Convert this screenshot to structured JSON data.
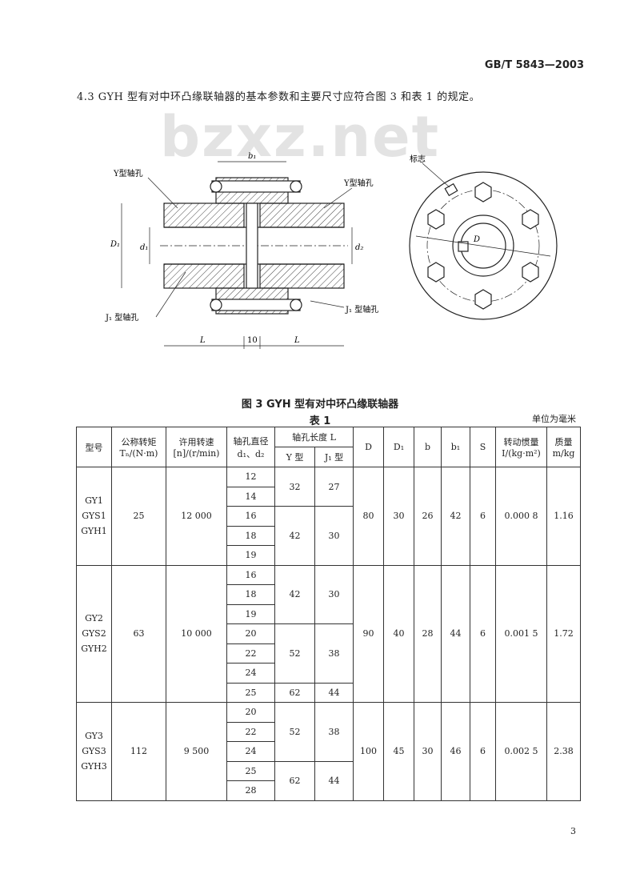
{
  "header": {
    "standard_no": "GB/T 5843—2003"
  },
  "watermark": "bzxz.net",
  "clause": "4.3  GYH 型有对中环凸缘联轴器的基本参数和主要尺寸应符合图 3 和表 1 的规定。",
  "figure": {
    "labels": {
      "y_hole_left": "Y型轴孔",
      "y_hole_right": "Y型轴孔",
      "j1_hole_left": "J₁ 型轴孔",
      "j1_hole_right": "J₁ 型轴孔",
      "mark": "标志",
      "b1": "b₁",
      "D1": "D₁",
      "d1": "d₁",
      "d2": "d₂",
      "L_left": "L",
      "gap": "10",
      "L_right": "L",
      "D": "D"
    },
    "caption": "图 3   GYH 型有对中环凸缘联轴器"
  },
  "table": {
    "title": "表 1",
    "unit": "单位为毫米",
    "headers": {
      "model": "型号",
      "torque_1": "公称转矩",
      "torque_2": "Tₙ/(N·m)",
      "speed_1": "许用转速",
      "speed_2": "[n]/(r/min)",
      "bore_1": "轴孔直径",
      "bore_2": "d₁、d₂",
      "length": "轴孔长度 L",
      "length_y": "Y 型",
      "length_j1": "J₁ 型",
      "D": "D",
      "D1": "D₁",
      "b": "b",
      "b1": "b₁",
      "S": "S",
      "inertia_1": "转动惯量",
      "inertia_2": "I/(kg·m²)",
      "mass_1": "质量",
      "mass_2": "m/kg"
    },
    "groups": [
      {
        "models": [
          "GY1",
          "GYS1",
          "GYH1"
        ],
        "torque": "25",
        "speed": "12 000",
        "bores": [
          "12",
          "14",
          "16",
          "18",
          "19"
        ],
        "lengths": [
          {
            "y": "32",
            "j1": "27"
          },
          {
            "y": "42",
            "j1": "30"
          }
        ],
        "D": "80",
        "D1": "30",
        "b": "26",
        "b1": "42",
        "S": "6",
        "inertia": "0.000 8",
        "mass": "1.16"
      },
      {
        "models": [
          "GY2",
          "GYS2",
          "GYH2"
        ],
        "torque": "63",
        "speed": "10 000",
        "bores": [
          "16",
          "18",
          "19",
          "20",
          "22",
          "24",
          "25"
        ],
        "lengths": [
          {
            "y": "42",
            "j1": "30"
          },
          {
            "y": "52",
            "j1": "38"
          },
          {
            "y": "62",
            "j1": "44"
          }
        ],
        "D": "90",
        "D1": "40",
        "b": "28",
        "b1": "44",
        "S": "6",
        "inertia": "0.001 5",
        "mass": "1.72"
      },
      {
        "models": [
          "GY3",
          "GYS3",
          "GYH3"
        ],
        "torque": "112",
        "speed": "9 500",
        "bores": [
          "20",
          "22",
          "24",
          "25",
          "28"
        ],
        "lengths": [
          {
            "y": "52",
            "j1": "38"
          },
          {
            "y": "62",
            "j1": "44"
          }
        ],
        "D": "100",
        "D1": "45",
        "b": "30",
        "b1": "46",
        "S": "6",
        "inertia": "0.002 5",
        "mass": "2.38"
      }
    ]
  },
  "page_number": "3"
}
